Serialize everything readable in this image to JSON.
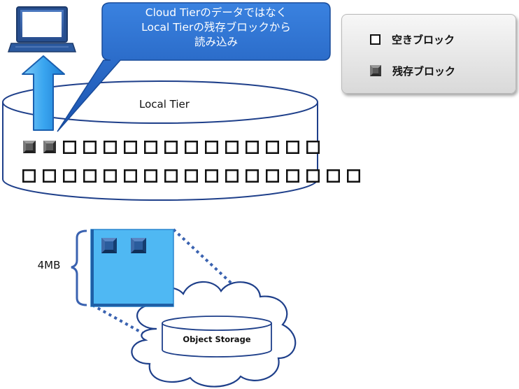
{
  "callout": {
    "lines": [
      "Cloud Tierのデータではなく",
      "Local Tierの残存ブロックから",
      "読み込み"
    ]
  },
  "legend": {
    "empty_label": "空きブロック",
    "residual_label": "残存ブロック"
  },
  "local_tier": {
    "label": "Local Tier",
    "rows": [
      [
        "residual",
        "residual",
        "empty",
        "empty",
        "empty",
        "empty",
        "empty",
        "empty",
        "empty",
        "empty",
        "empty",
        "empty",
        "empty",
        "empty",
        "empty"
      ],
      [
        "empty",
        "empty",
        "empty",
        "empty",
        "empty",
        "empty",
        "empty",
        "empty",
        "empty",
        "empty",
        "empty",
        "empty",
        "empty",
        "empty",
        "empty",
        "empty",
        "empty"
      ]
    ]
  },
  "object_block": {
    "size_label": "4MB",
    "residual_count": 2
  },
  "object_storage": {
    "label": "Object Storage"
  },
  "colors": {
    "accent_blue": "#1f5bb5",
    "block_blue": "#4fb8f3",
    "dotted_blue": "#3a62b0",
    "callout_blue": "#2366c6",
    "arrow_blue": "#3aa6f0"
  }
}
